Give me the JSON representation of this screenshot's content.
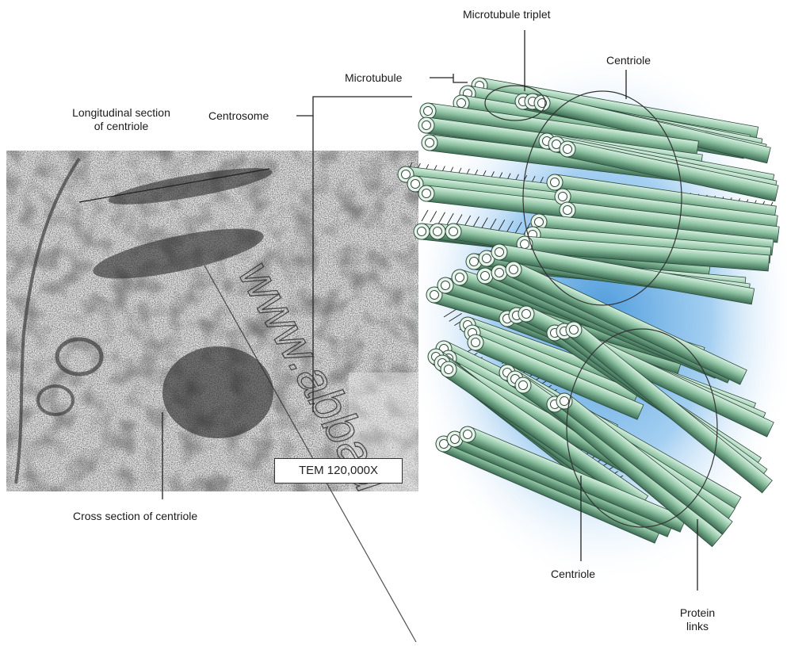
{
  "labels": {
    "microtubule_triplet": "Microtubule triplet",
    "centriole_top": "Centriole",
    "microtubule": "Microtubule",
    "centrosome": "Centrosome",
    "longitudinal_line1": "Longitudinal section",
    "longitudinal_line2": "of centriole",
    "cross_section": "Cross section of centriole",
    "centriole_bottom": "Centriole",
    "protein_links_line1": "Protein",
    "protein_links_line2": "links",
    "tem": "TEM 120,000X"
  },
  "watermark": "www.abbad",
  "colors": {
    "tube_fill": "#8fc4a3",
    "tube_dark": "#3d6e55",
    "halo": "#2f8ad6",
    "micrograph_bg": "#e9e9e9"
  }
}
